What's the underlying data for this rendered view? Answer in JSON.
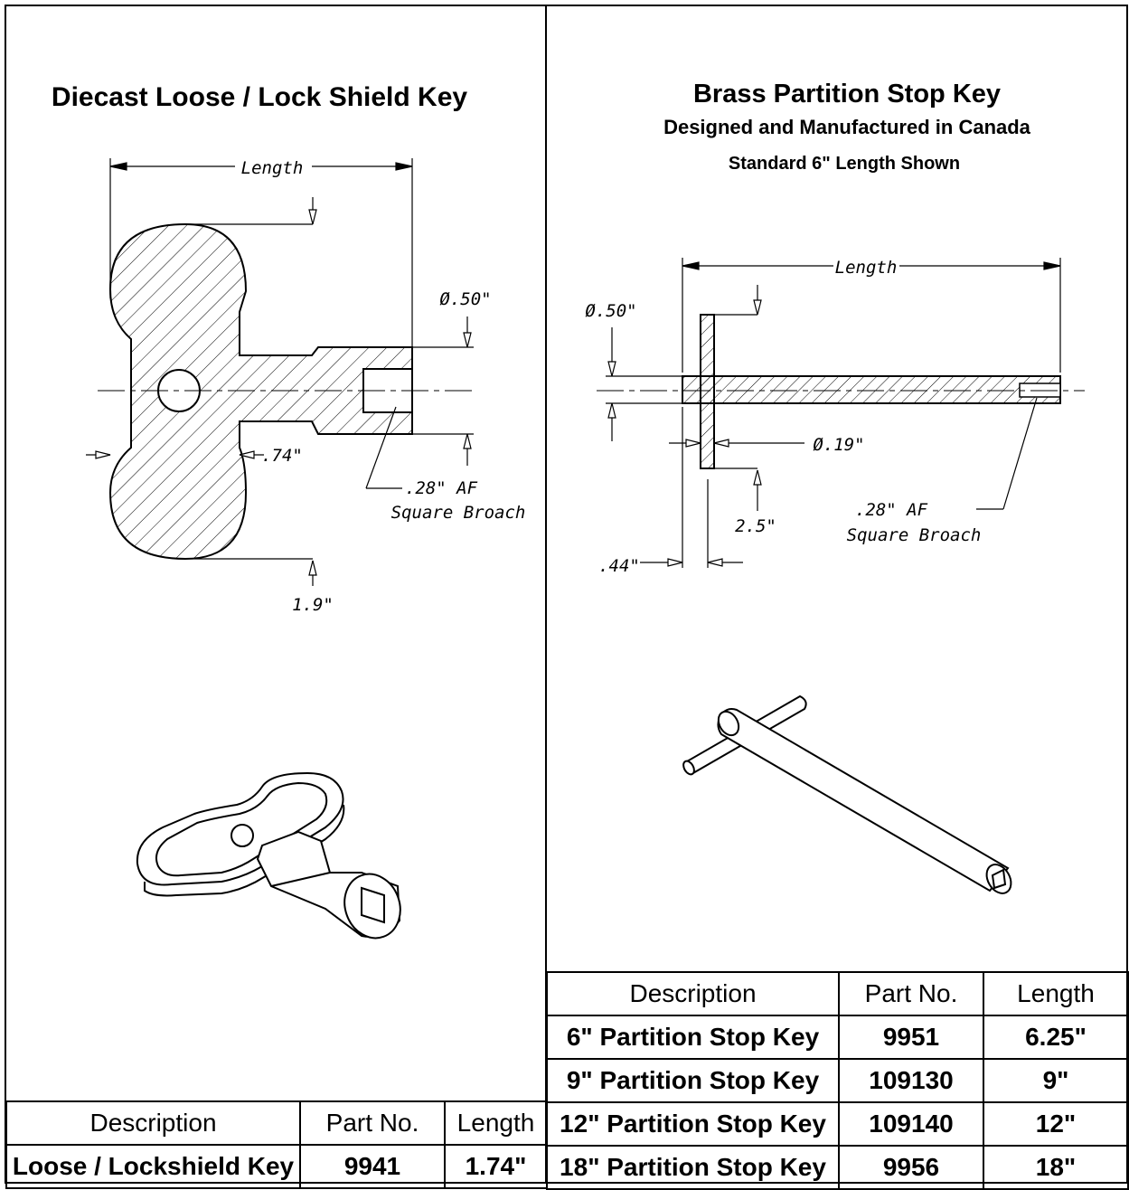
{
  "left_panel": {
    "title": "Diecast Loose / Lock Shield Key",
    "dims": {
      "length": "Length",
      "diameter": "Ø.50\"",
      "neck": ".74\"",
      "broach_size": ".28\" AF",
      "broach_type": "Square Broach",
      "height": "1.9\""
    },
    "table": {
      "headers": [
        "Description",
        "Part No.",
        "Length"
      ],
      "rows": [
        {
          "description": "Loose / Lockshield Key",
          "part_no": "9941",
          "length": "1.74\""
        }
      ]
    }
  },
  "right_panel": {
    "title": "Brass Partition Stop Key",
    "subtitle": "Designed and Manufactured in Canada",
    "note": "Standard 6\" Length Shown",
    "dims": {
      "length": "Length",
      "diameter": "Ø.50\"",
      "pin_dia": "Ø.19\"",
      "bar": "2.5\"",
      "offset": ".44\"",
      "broach_size": ".28\" AF",
      "broach_type": "Square Broach"
    },
    "table": {
      "headers": [
        "Description",
        "Part No.",
        "Length"
      ],
      "rows": [
        {
          "description": "6\" Partition Stop Key",
          "part_no": "9951",
          "length": "6.25\""
        },
        {
          "description": "9\" Partition Stop Key",
          "part_no": "109130",
          "length": "9\""
        },
        {
          "description": "12\" Partition Stop Key",
          "part_no": "109140",
          "length": "12\""
        },
        {
          "description": "18\" Partition Stop Key",
          "part_no": "9956",
          "length": "18\""
        }
      ]
    }
  }
}
